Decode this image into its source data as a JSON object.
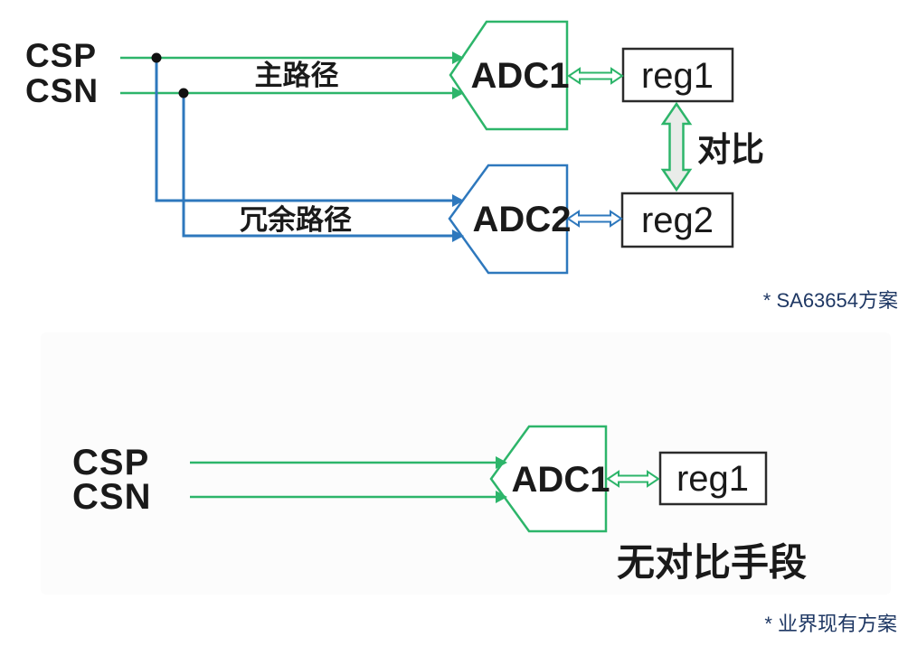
{
  "colors": {
    "green": "#2db56a",
    "blue": "#2e78bd",
    "black": "#1a1a1a",
    "box_border": "#2b2b2b",
    "navy_caption": "#1f3864",
    "compare_arrow_fill": "#e9ece9",
    "panel_bg": "#fcfcfc"
  },
  "top_diagram": {
    "input_labels": [
      "CSP",
      "CSN"
    ],
    "main_path_label": "主路径",
    "redundant_path_label": "冗余路径",
    "adc1_label": "ADC1",
    "adc2_label": "ADC2",
    "reg1_label": "reg1",
    "reg2_label": "reg2",
    "compare_label": "对比",
    "caption": "* SA63654方案"
  },
  "bottom_diagram": {
    "input_labels": [
      "CSP",
      "CSN"
    ],
    "adc1_label": "ADC1",
    "reg1_label": "reg1",
    "no_compare_label": "无对比手段",
    "caption": "* 业界现有方案"
  }
}
